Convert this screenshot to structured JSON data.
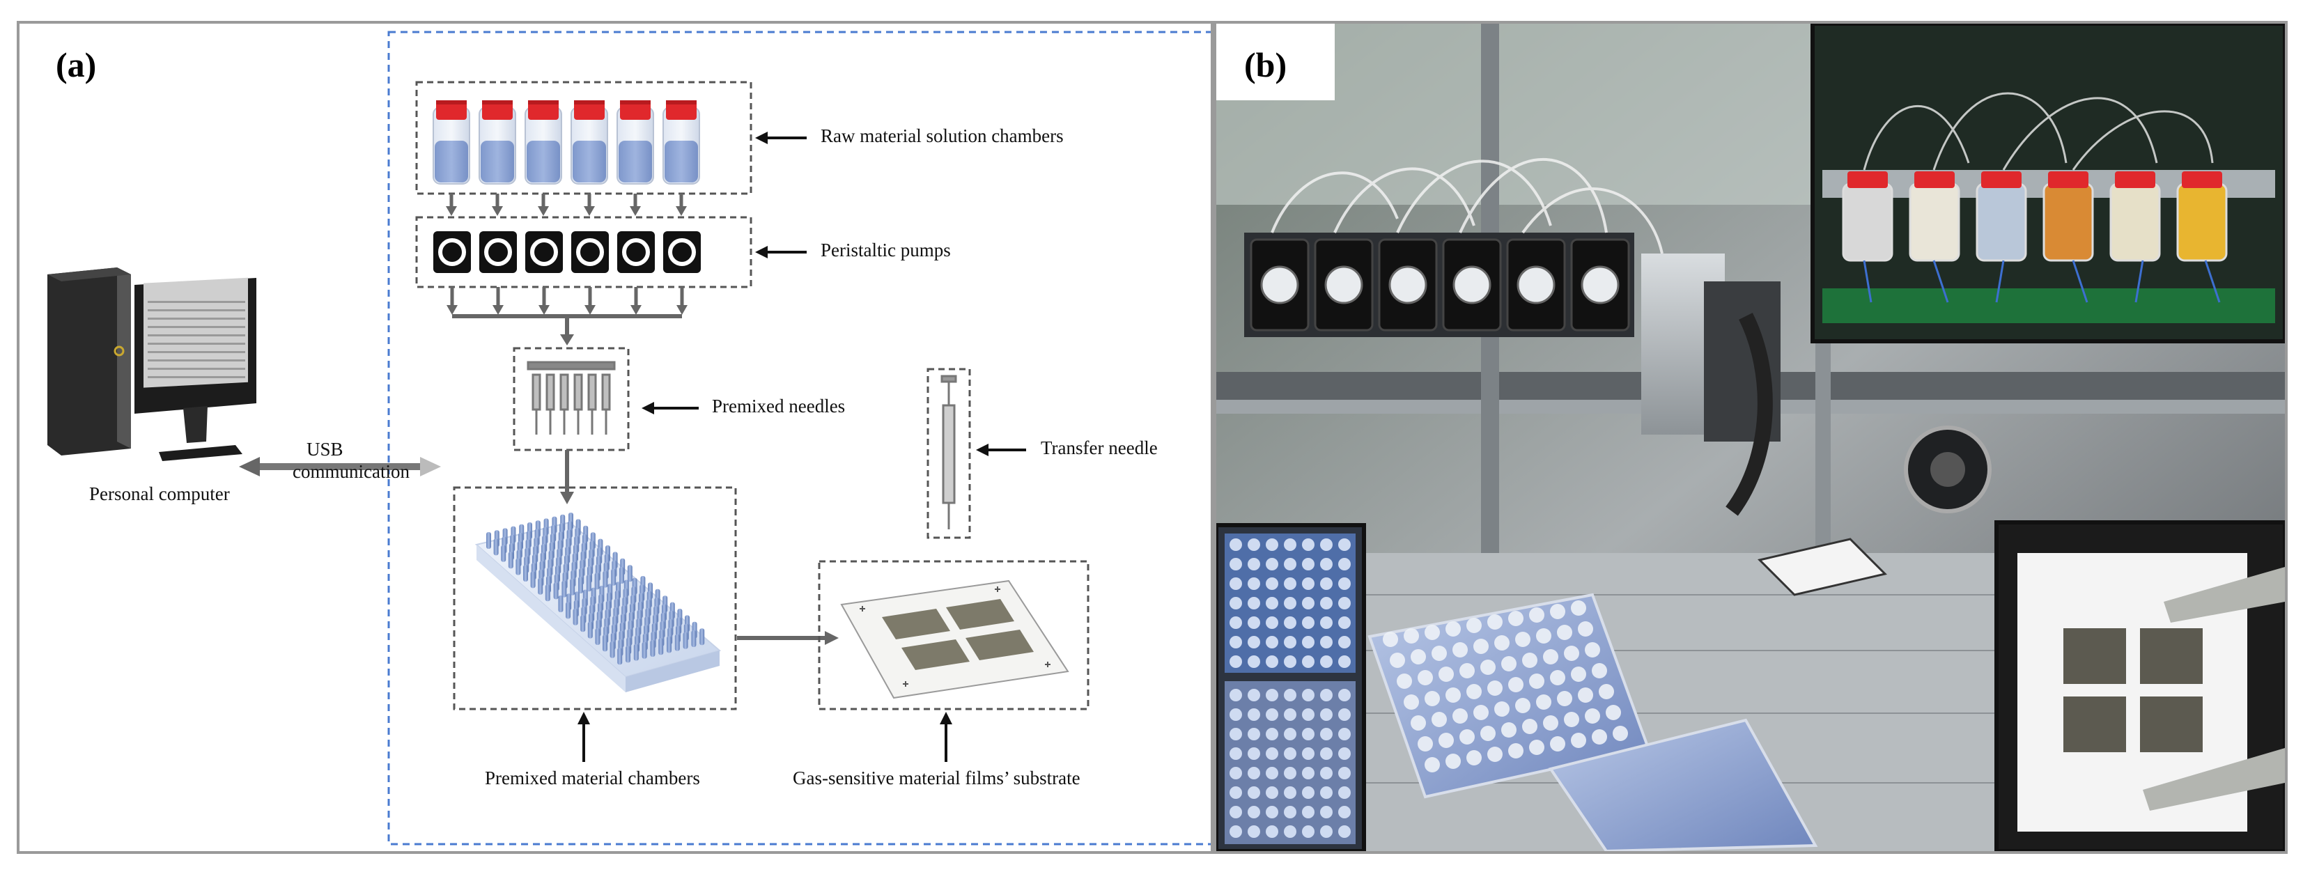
{
  "panel_a": {
    "label": "(a)",
    "computer_label": "Personal computer",
    "usb_label_line1": "USB",
    "usb_label_line2": "communication",
    "components": [
      {
        "id": "raw",
        "label": "Raw material solution chambers"
      },
      {
        "id": "pumps",
        "label": "Peristaltic pumps"
      },
      {
        "id": "premix-needles",
        "label": "Premixed needles"
      },
      {
        "id": "transfer-needle",
        "label": "Transfer needle"
      },
      {
        "id": "premix-chambers",
        "label": "Premixed material chambers"
      },
      {
        "id": "substrate",
        "label": "Gas-sensitive material films’ substrate"
      }
    ]
  },
  "panel_b": {
    "label": "(b)"
  },
  "colors": {
    "panel_border": "#9a9a9a",
    "dashed_blue": "#4a7bd0",
    "dashed_gray": "#555555",
    "flow_arrow": "#6b6b6b",
    "cap_red": "#e0282c",
    "liquid_blue": "#8ea8d8",
    "well_blue": "#8fa9d6"
  }
}
